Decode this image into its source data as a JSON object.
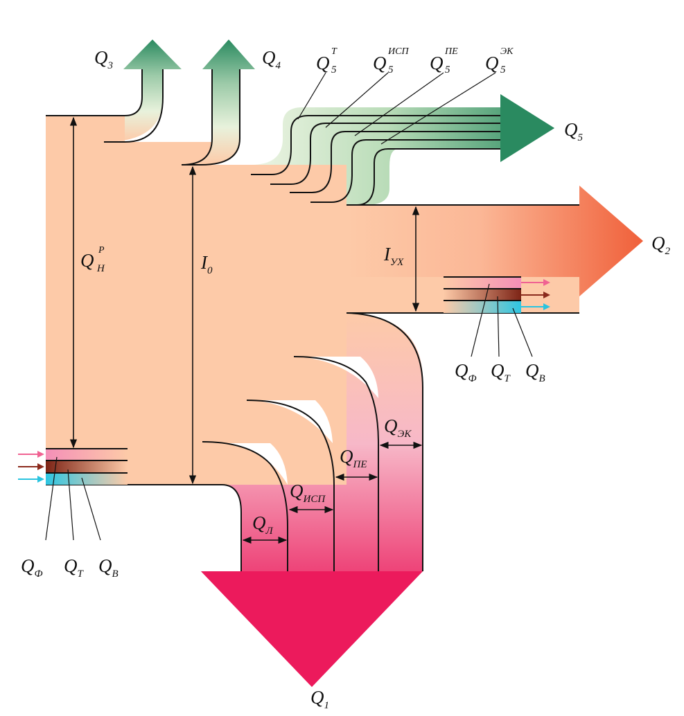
{
  "labels": {
    "q1": {
      "main": "Q",
      "sub": "1"
    },
    "q2": {
      "main": "Q",
      "sub": "2"
    },
    "q3": {
      "main": "Q",
      "sub": "3"
    },
    "q4": {
      "main": "Q",
      "sub": "4"
    },
    "q5": {
      "main": "Q",
      "sub": "5"
    },
    "q5_t": {
      "main": "Q",
      "sub": "5",
      "sup": "Т"
    },
    "q5_isp": {
      "main": "Q",
      "sub": "5",
      "sup": "ИСП"
    },
    "q5_pe": {
      "main": "Q",
      "sub": "5",
      "sup": "ПЕ"
    },
    "q5_ek": {
      "main": "Q",
      "sub": "5",
      "sup": "ЭК"
    },
    "qn_p": {
      "main": "Q",
      "sub": "Н",
      "sup": "Р"
    },
    "i0": {
      "main": "I",
      "sub": "0"
    },
    "iux": {
      "main": "I",
      "sub": "УХ"
    },
    "q_l": {
      "main": "Q",
      "sub": "Л"
    },
    "q_isp": {
      "main": "Q",
      "sub": "ИСП"
    },
    "q_pe": {
      "main": "Q",
      "sub": "ПЕ"
    },
    "q_ek": {
      "main": "Q",
      "sub": "ЭК"
    },
    "q_f_left": {
      "main": "Q",
      "sub": "Ф"
    },
    "q_t_left": {
      "main": "Q",
      "sub": "Т"
    },
    "q_b_left": {
      "main": "Q",
      "sub": "В"
    },
    "q_f_right": {
      "main": "Q",
      "sub": "Ф"
    },
    "q_t_right": {
      "main": "Q",
      "sub": "Т"
    },
    "q_b_right": {
      "main": "Q",
      "sub": "В"
    }
  },
  "colors": {
    "body": "#fdcaa8",
    "q1": "#ec1a5c",
    "q2": "#f0603a",
    "green": "#2a8a60",
    "green_light": "#e7f2dc",
    "pink": "#f06292",
    "brown": "#8b2a1c",
    "cyan": "#29c4e0",
    "line": "#111111"
  }
}
